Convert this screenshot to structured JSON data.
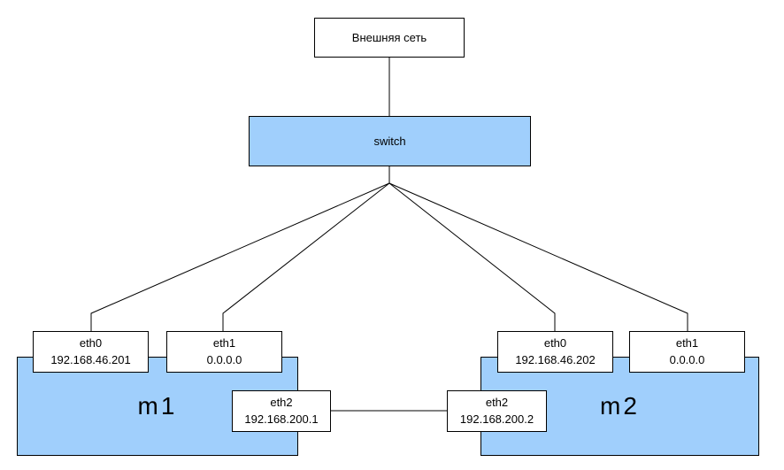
{
  "diagram": {
    "external_network": {
      "label": "Внешняя сеть"
    },
    "switch": {
      "label": "switch"
    },
    "machines": [
      {
        "label": "m1",
        "interfaces": [
          {
            "name": "eth0",
            "ip": "192.168.46.201"
          },
          {
            "name": "eth1",
            "ip": "0.0.0.0"
          },
          {
            "name": "eth2",
            "ip": "192.168.200.1"
          }
        ]
      },
      {
        "label": "m2",
        "interfaces": [
          {
            "name": "eth0",
            "ip": "192.168.46.202"
          },
          {
            "name": "eth1",
            "ip": "0.0.0.0"
          },
          {
            "name": "eth2",
            "ip": "192.168.200.2"
          }
        ]
      }
    ],
    "colors": {
      "node_fill": "#a0cffc",
      "border": "#000000",
      "background": "#ffffff"
    }
  }
}
